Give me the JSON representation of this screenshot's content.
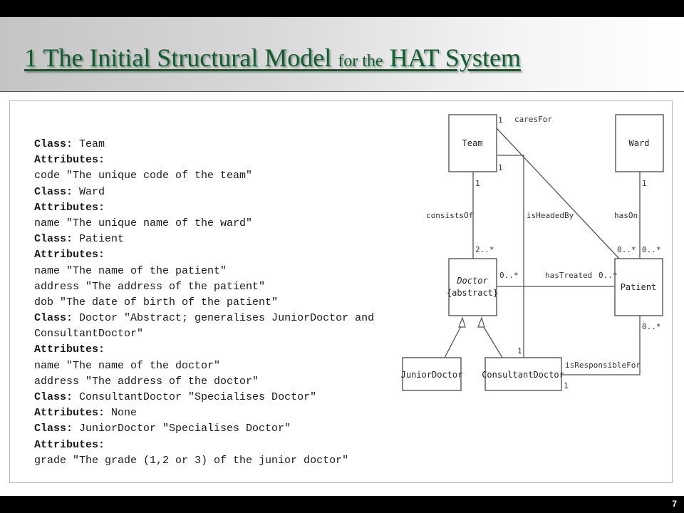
{
  "slide": {
    "title_part1": "1 The Initial Structural Model ",
    "title_part2": "for the",
    "title_part3": " HAT System",
    "page_number": "7"
  },
  "spec_lines": [
    {
      "kw": "Class:",
      "text": " Team"
    },
    {
      "kw": "Attributes:",
      "text": ""
    },
    {
      "kw": "",
      "text": "code \"The unique code of the team\""
    },
    {
      "kw": "Class:",
      "text": " Ward"
    },
    {
      "kw": "Attributes:",
      "text": ""
    },
    {
      "kw": "",
      "text": "name \"The unique name of the ward\""
    },
    {
      "kw": "Class:",
      "text": " Patient"
    },
    {
      "kw": "Attributes:",
      "text": ""
    },
    {
      "kw": "",
      "text": "name \"The name of the patient\""
    },
    {
      "kw": "",
      "text": "address \"The address of the patient\""
    },
    {
      "kw": "",
      "text": "dob \"The date of birth of the patient\""
    },
    {
      "kw": "Class:",
      "text": " Doctor \"Abstract; generalises JuniorDoctor and"
    },
    {
      "kw": "",
      "text": "ConsultantDoctor\""
    },
    {
      "kw": "Attributes:",
      "text": ""
    },
    {
      "kw": "",
      "text": "name \"The name of the doctor\""
    },
    {
      "kw": "",
      "text": "address \"The address of the doctor\""
    },
    {
      "kw": "Class:",
      "text": " ConsultantDoctor \"Specialises Doctor\""
    },
    {
      "kw": "Attributes:",
      "text": " None"
    },
    {
      "kw": "Class:",
      "text": " JuniorDoctor \"Specialises Doctor\""
    },
    {
      "kw": "Attributes:",
      "text": ""
    },
    {
      "kw": "",
      "text": "grade \"The grade (1,2 or 3) of the junior doctor\""
    }
  ],
  "diagram": {
    "classes": {
      "team": "Team",
      "ward": "Ward",
      "doctor": "Doctor",
      "doctor_stereotype": "{abstract}",
      "patient": "Patient",
      "junior_doctor": "JuniorDoctor",
      "consultant_doctor": "ConsultantDoctor"
    },
    "associations": {
      "cares_for": "caresFor",
      "consists_of": "consistsOf",
      "is_headed_by": "isHeadedBy",
      "has_on": "hasOn",
      "has_treated": "hasTreated",
      "is_responsible_for": "isResponsibleFor"
    },
    "multiplicities": {
      "team_cares_for": "1",
      "team_is_headed_by": "1",
      "team_consists_of": "1",
      "doctor_consists_of": "2..*",
      "ward_has_on": "1",
      "patient_cares_for": "0..*",
      "patient_has_on": "0..*",
      "doctor_has_treated": "0..*",
      "patient_has_treated": "0..*",
      "patient_is_responsible_for": "0..*",
      "consultant_is_headed_by": "1",
      "consultant_is_responsible_for": "1"
    }
  }
}
